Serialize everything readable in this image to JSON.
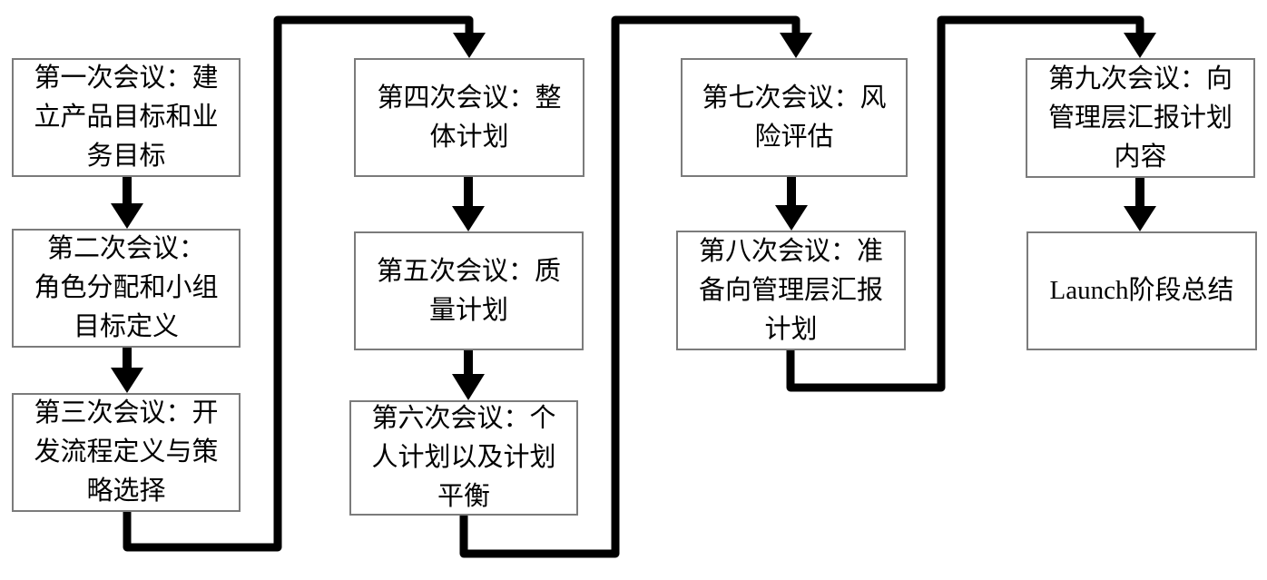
{
  "diagram": {
    "type": "flowchart",
    "colors": {
      "background": "#ffffff",
      "box_border": "#7b7b7b",
      "connector": "#000000",
      "text": "#000000"
    },
    "boxes": [
      {
        "id": "meeting-1",
        "text": "第一次会议：建\n立产品目标和业\n务目标"
      },
      {
        "id": "meeting-2",
        "text": "第二次会议：\n角色分配和小组\n目标定义"
      },
      {
        "id": "meeting-3",
        "text": "第三次会议：开\n发流程定义与策\n略选择"
      },
      {
        "id": "meeting-4",
        "text": "第四次会议：整\n体计划"
      },
      {
        "id": "meeting-5",
        "text": "第五次会议：质\n量计划"
      },
      {
        "id": "meeting-6",
        "text": "第六次会议：个\n人计划以及计划\n平衡"
      },
      {
        "id": "meeting-7",
        "text": "第七次会议：风\n险评估"
      },
      {
        "id": "meeting-8",
        "text": "第八次会议：准\n备向管理层汇报\n计划"
      },
      {
        "id": "meeting-9",
        "text": "第九次会议：向\n管理层汇报计划\n内容"
      },
      {
        "id": "launch-summary",
        "text": "Launch阶段总结"
      }
    ],
    "edges": [
      {
        "from": "meeting-1",
        "to": "meeting-2"
      },
      {
        "from": "meeting-2",
        "to": "meeting-3"
      },
      {
        "from": "meeting-3",
        "to": "meeting-4"
      },
      {
        "from": "meeting-4",
        "to": "meeting-5"
      },
      {
        "from": "meeting-5",
        "to": "meeting-6"
      },
      {
        "from": "meeting-6",
        "to": "meeting-7"
      },
      {
        "from": "meeting-7",
        "to": "meeting-8"
      },
      {
        "from": "meeting-8",
        "to": "meeting-9"
      },
      {
        "from": "meeting-9",
        "to": "launch-summary"
      }
    ]
  }
}
